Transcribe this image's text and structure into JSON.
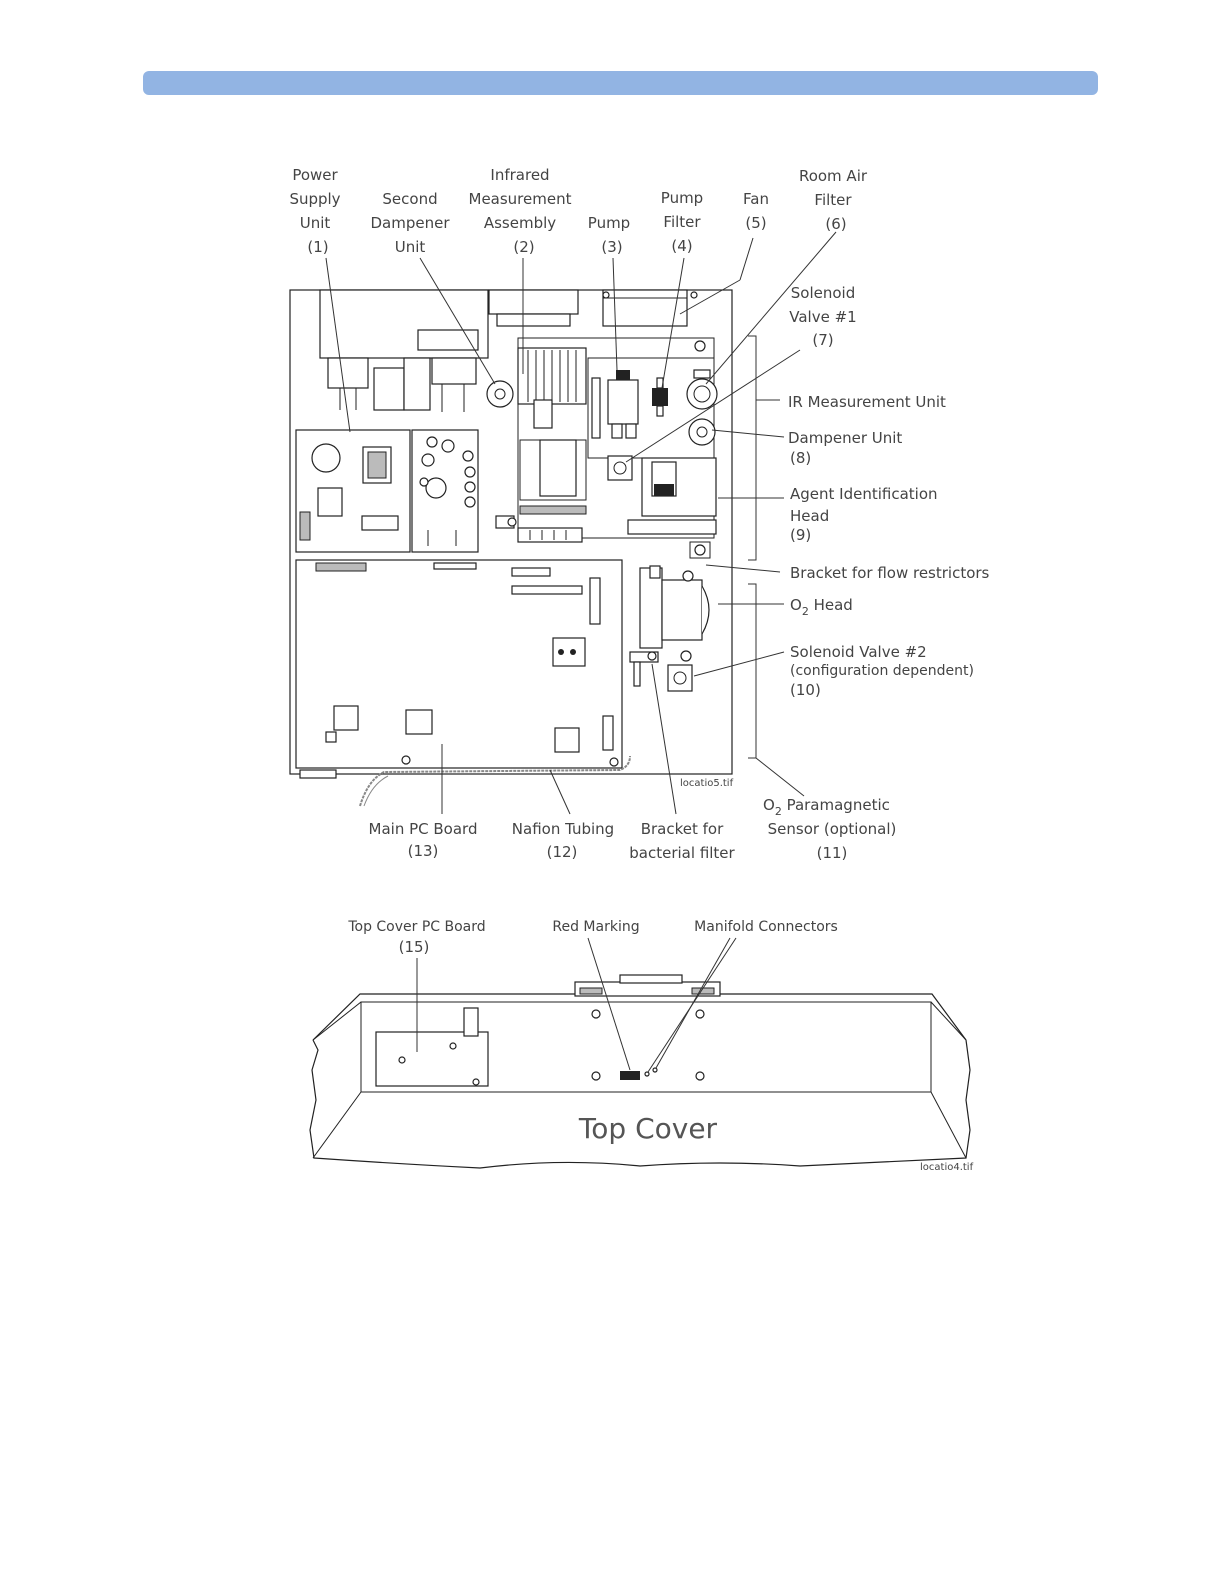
{
  "labels": {
    "power": [
      "Power",
      "Supply",
      "Unit",
      "(1)"
    ],
    "second": [
      "Second",
      "Dampener",
      "Unit"
    ],
    "infrared": [
      "Infrared",
      "Measurement",
      "Assembly",
      "(2)"
    ],
    "pump": [
      "Pump",
      "(3)"
    ],
    "pump_filter": [
      "Pump",
      "Filter",
      "(4)"
    ],
    "fan": [
      "Fan",
      "(5)"
    ],
    "room_air": [
      "Room Air",
      "Filter",
      "(6)"
    ],
    "solenoid1": [
      "Solenoid",
      "Valve #1",
      "(7)"
    ],
    "ir_unit": "IR Measurement Unit",
    "dampener": [
      "Dampener Unit",
      "(8)"
    ],
    "agent": [
      "Agent Identification",
      "Head",
      "(9)"
    ],
    "bracket_flow": "Bracket for flow restrictors",
    "o2_head": {
      "prefix": "O",
      "sub": "2",
      "rest": " Head"
    },
    "solenoid2": [
      "Solenoid Valve #2",
      "(configuration dependent)",
      "(10)"
    ],
    "o2_para": {
      "prefix": "O",
      "sub": "2",
      "rest": " Paramagnetic",
      "line2": "Sensor (optional)",
      "line3": "(11)"
    },
    "nafion": [
      "Nafion Tubing",
      "(12)"
    ],
    "main_pc": [
      "Main PC Board",
      "(13)"
    ],
    "bracket_bact": [
      "Bracket for",
      "bacterial filter"
    ],
    "file1": "locatio5.tif",
    "top_cover_pc": [
      "Top Cover PC Board",
      "(15)"
    ],
    "red_marking": "Red Marking",
    "manifold": "Manifold Connectors",
    "top_cover": "Top Cover",
    "file2": "locatio4.tif"
  },
  "colors": {
    "header": "#92b4e3"
  }
}
